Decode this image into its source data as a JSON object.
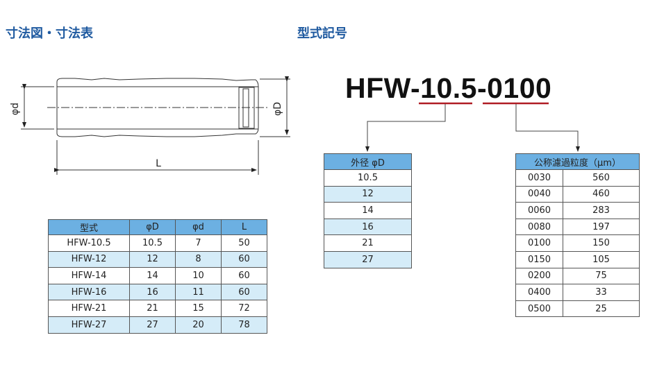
{
  "sections": {
    "dimensions_title": "寸法図・寸法表",
    "model_title": "型式記号"
  },
  "drawing": {
    "label_d": "φd",
    "label_D": "φD",
    "label_L": "L"
  },
  "dimension_table": {
    "headers": [
      "型式",
      "φD",
      "φd",
      "L"
    ],
    "rows": [
      [
        "HFW-10.5",
        "10.5",
        "7",
        "50"
      ],
      [
        "HFW-12",
        "12",
        "8",
        "60"
      ],
      [
        "HFW-14",
        "14",
        "10",
        "60"
      ],
      [
        "HFW-16",
        "16",
        "11",
        "60"
      ],
      [
        "HFW-21",
        "21",
        "15",
        "72"
      ],
      [
        "HFW-27",
        "27",
        "20",
        "78"
      ]
    ]
  },
  "model_code": {
    "text": "HFW-10.5-0100",
    "underline_color": "#b01c24"
  },
  "diameter_table": {
    "header": "外径 φD",
    "rows": [
      "10.5",
      "12",
      "14",
      "16",
      "21",
      "27"
    ]
  },
  "filter_table": {
    "header": "公称濾過粒度（μm）",
    "rows": [
      [
        "0030",
        "560"
      ],
      [
        "0040",
        "460"
      ],
      [
        "0060",
        "283"
      ],
      [
        "0080",
        "197"
      ],
      [
        "0100",
        "150"
      ],
      [
        "0150",
        "105"
      ],
      [
        "0200",
        "75"
      ],
      [
        "0400",
        "33"
      ],
      [
        "0500",
        "25"
      ]
    ]
  }
}
